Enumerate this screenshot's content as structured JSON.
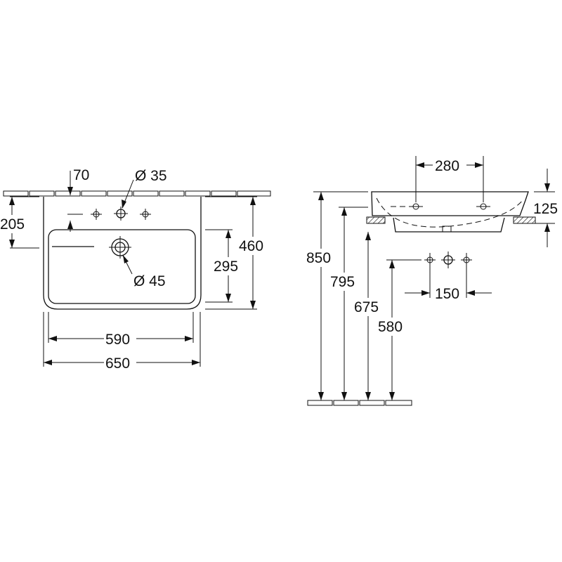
{
  "front_view": {
    "dims": {
      "tap_hole_offset": "70",
      "tap_hole_diameter": "Ø 35",
      "overflow_height": "205",
      "depth_total": "460",
      "bowl_depth": "295",
      "waste_diameter": "Ø 45",
      "bowl_width": "590",
      "overall_width": "650"
    }
  },
  "side_view": {
    "dims": {
      "top_width": "280",
      "basin_height": "125",
      "height_850": "850",
      "height_795": "795",
      "height_675": "675",
      "height_580": "580",
      "tap_spacing": "150"
    }
  },
  "colors": {
    "line": "#111111",
    "background": "#ffffff"
  }
}
